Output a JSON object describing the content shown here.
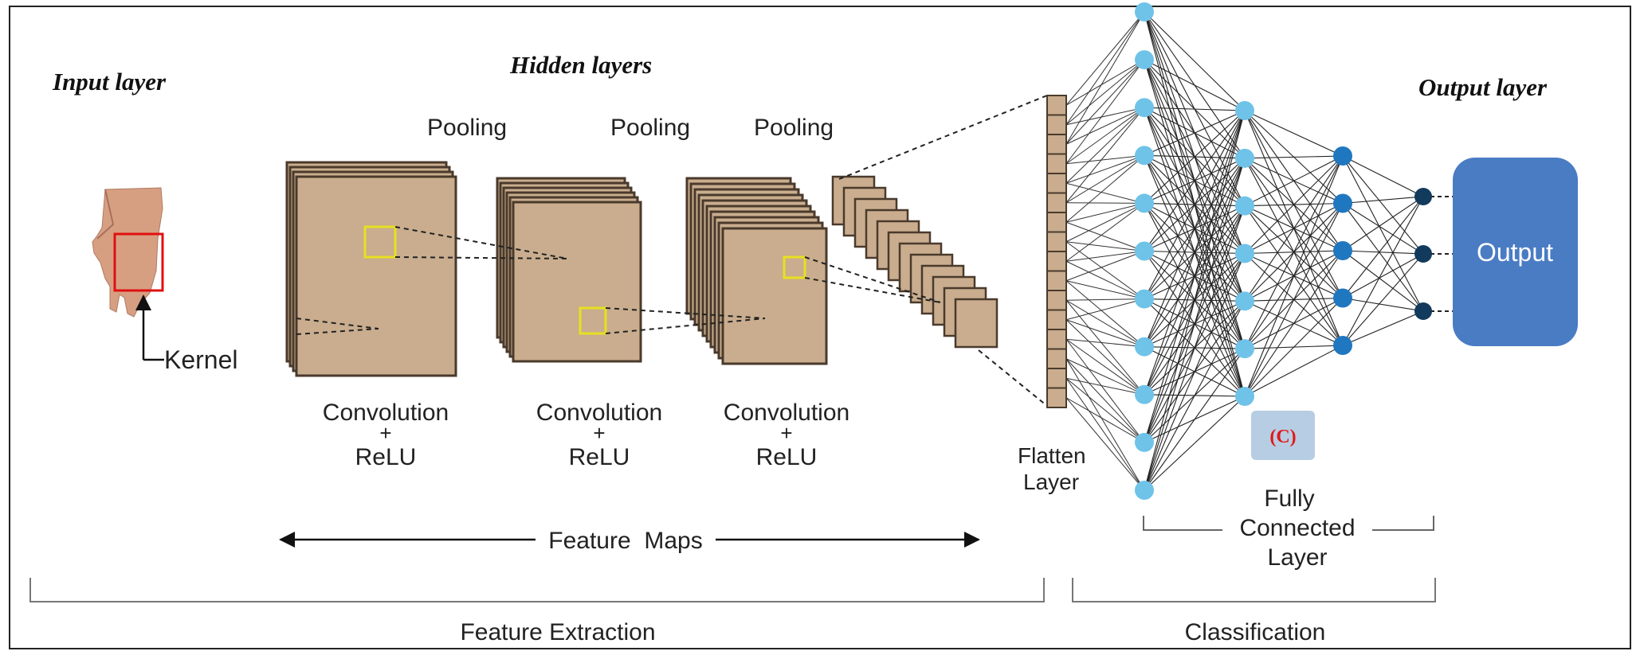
{
  "labels": {
    "input_layer": "Input layer",
    "hidden_layers": "Hidden layers",
    "output_layer": "Output layer",
    "pooling_1": "Pooling",
    "pooling_2": "Pooling",
    "pooling_3": "Pooling",
    "kernel": "Kernel",
    "conv_1a": "Convolution",
    "conv_1b": "+",
    "conv_1c": "ReLU",
    "conv_2a": "Convolution",
    "conv_2b": "+",
    "conv_2c": "ReLU",
    "conv_3a": "Convolution",
    "conv_3b": "+",
    "conv_3c": "ReLU",
    "flatten_a": "Flatten",
    "flatten_b": "Layer",
    "feature_maps": "Feature  Maps",
    "fully_a": "Fully",
    "fully_b": "Connected",
    "fully_c": "Layer",
    "marker": "(C)",
    "output": "Output",
    "feature_extraction": "Feature Extraction",
    "classification": "Classification"
  },
  "network": {
    "layer_sizes": [
      11,
      7,
      5,
      3
    ],
    "flatten_cells": 16
  },
  "colors": {
    "map_fill": "#c9ad8e",
    "map_edge": "#4a3a2c",
    "kernel_box": "#e8e020",
    "input_kernel": "#e01010",
    "node_light": "#6fc3e8",
    "node_mid": "#1f77c0",
    "node_dark": "#123a5c",
    "output_box": "#4a7cc4",
    "marker_bg": "#b7cde3",
    "marker_text": "#e01818"
  },
  "icons": {
    "input_image": "hand-photo",
    "arrow": "arrow-icon"
  }
}
